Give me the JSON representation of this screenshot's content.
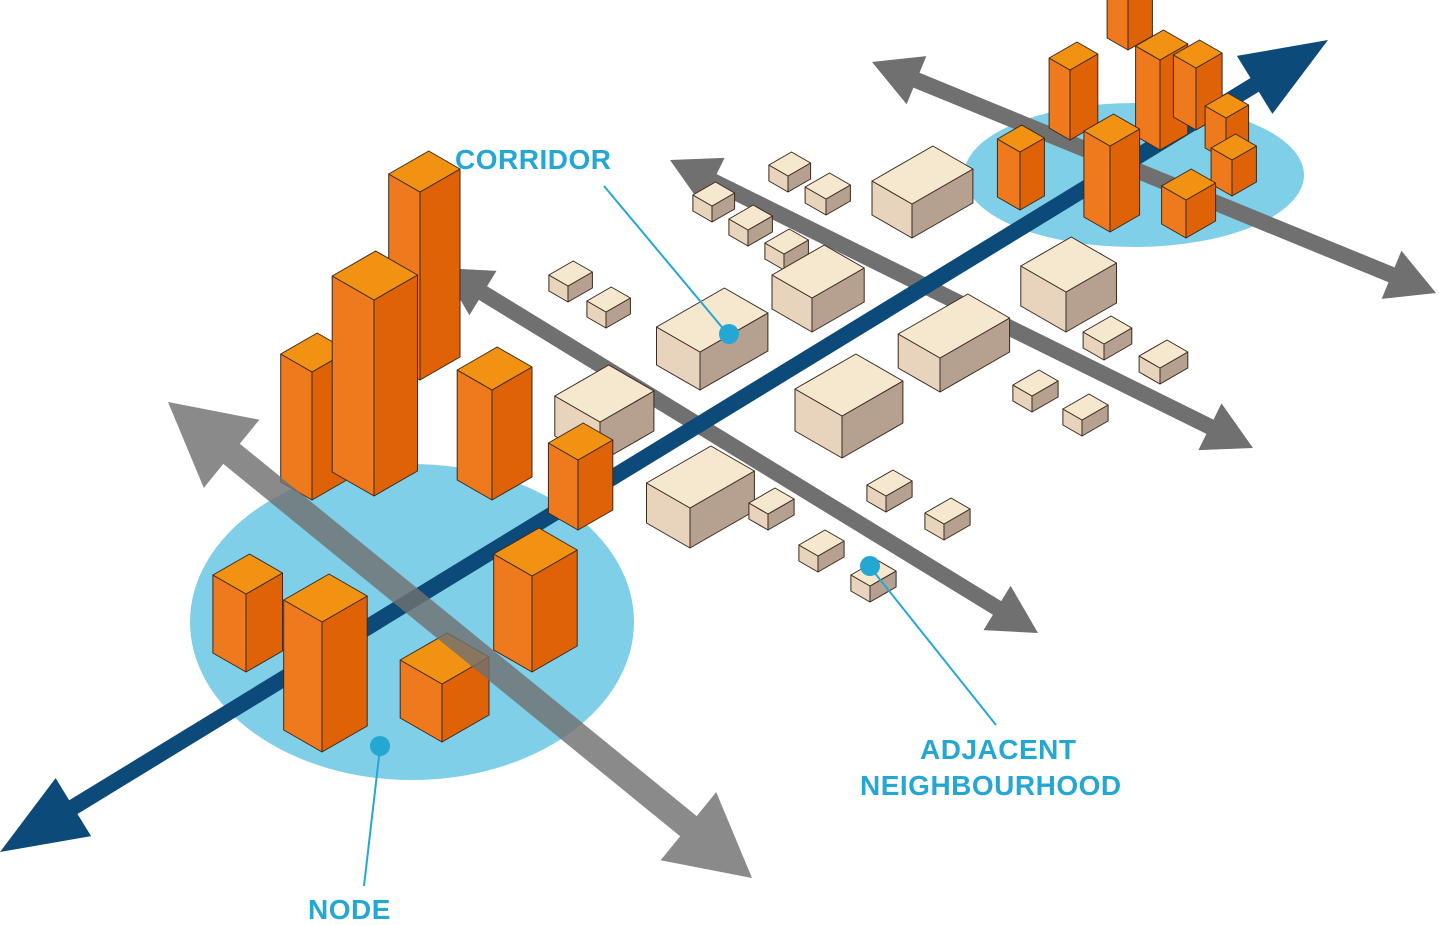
{
  "colors": {
    "corridor_road": "#0c4a7a",
    "cross_street": "#707070",
    "node_halo": "#7fcfe9",
    "node_building_top": "#f29213",
    "node_building_left": "#ef7a1e",
    "node_building_right": "#df6206",
    "neighbourhood_top": "#f6e7cf",
    "neighbourhood_left": "#e8d4bc",
    "neighbourhood_right": "#b6a190",
    "label_text": "#25a7d4",
    "leader_line": "#25a7d4"
  },
  "labels": {
    "corridor": "CORRIDOR",
    "node": "NODE",
    "adjacent_line1": "ADJACENT",
    "adjacent_line2": "NEIGHBOURHOOD"
  },
  "icons": {
    "corridor": "double-headed-arrow",
    "cross_streets": "double-headed-arrow",
    "buildings": "isometric-box",
    "callout_marker": "dot"
  }
}
